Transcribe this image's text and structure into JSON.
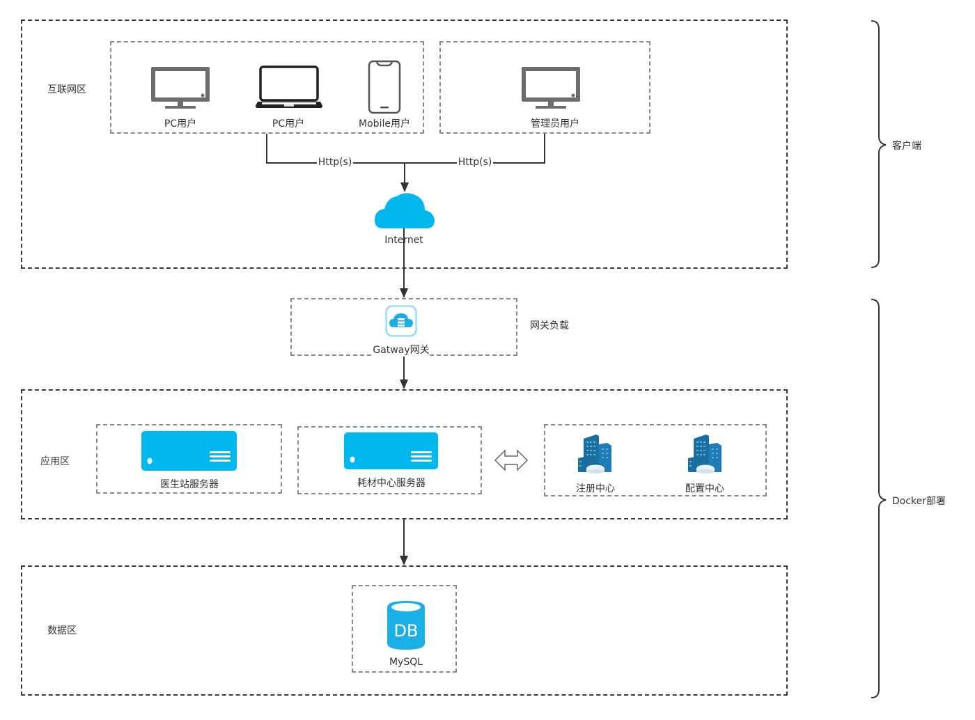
{
  "zones": {
    "internet": "互联网区",
    "application": "应用区",
    "data": "数据区"
  },
  "clients": {
    "pc_user_1": "PC用户",
    "pc_user_2": "PC用户",
    "mobile_user": "Mobile用户",
    "admin_user": "管理员用户"
  },
  "connections": {
    "http_left": "Http(s)",
    "http_right": "Http(s)"
  },
  "internet": {
    "label": "Internet"
  },
  "gateway": {
    "label": "Gatway网关",
    "side_label": "网关负载"
  },
  "services": {
    "doctor_server": "医生站服务器",
    "consumables_server": "耗材中心服务器",
    "registry_center": "注册中心",
    "config_center": "配置中心"
  },
  "database": {
    "icon_text": "DB",
    "label": "MySQL"
  },
  "brackets": {
    "client": "客户端",
    "docker": "Docker部署"
  },
  "colors": {
    "accent_blue": "#00b7ee",
    "building_blue": "#1a6fa0",
    "device_gray": "#6d6d6d",
    "line_dark": "#333333"
  }
}
